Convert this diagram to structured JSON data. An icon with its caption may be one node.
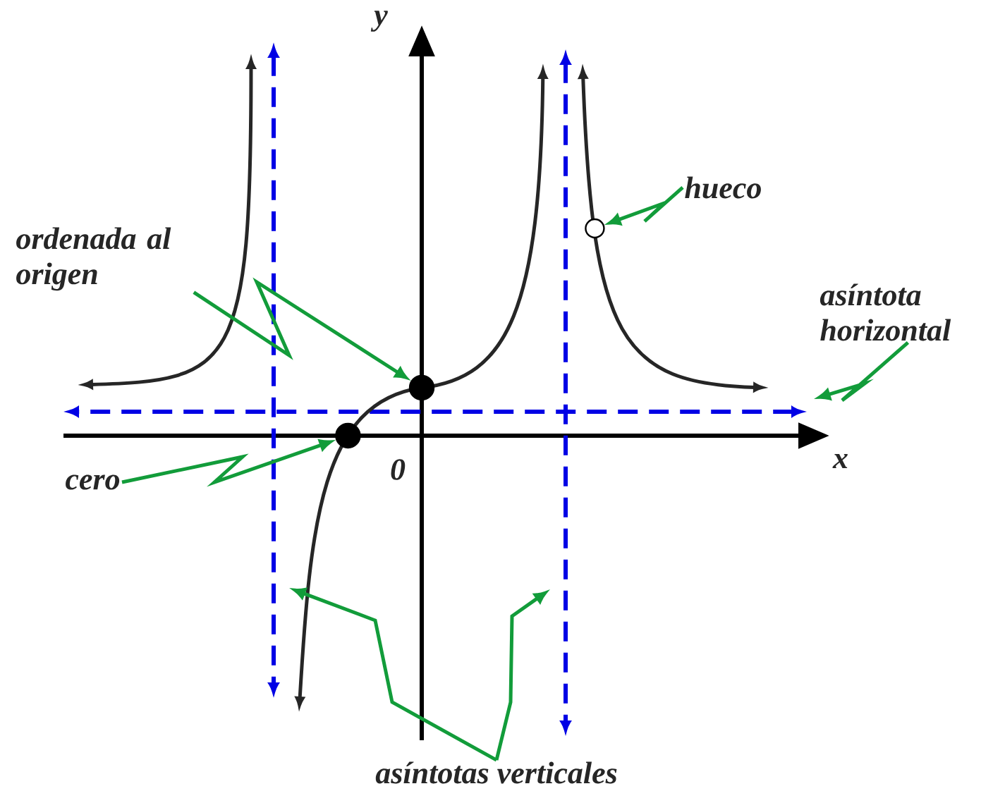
{
  "diagram": {
    "nodes": [
      {
        "text": [
          "ordenada al origen"
        ]
      },
      {
        "text": [],
        "shape": "circle"
      },
      {
        "text": [
          "cero"
        ]
      },
      {
        "text": [],
        "shape": "circle"
      },
      {
        "text": [
          "hueco"
        ]
      },
      {
        "text": [],
        "shape": "circle"
      },
      {
        "text": [
          "asíntota horizontal"
        ]
      },
      {
        "text": [
          "asíntotas verticales"
        ]
      }
    ],
    "edges": [
      {
        "from": 0,
        "to": 1,
        "arrow": "to"
      },
      {
        "from": 2,
        "to": 3,
        "arrow": "to"
      },
      {
        "from": 4,
        "to": 5,
        "arrow": "to"
      },
      {
        "from": 6,
        "to": null,
        "arrow": "to"
      },
      {
        "from": 7,
        "to": null,
        "arrow": "to"
      },
      {
        "from": 7,
        "to": null,
        "arrow": "to"
      }
    ],
    "labels": [
      "y",
      "x",
      "0"
    ]
  }
}
